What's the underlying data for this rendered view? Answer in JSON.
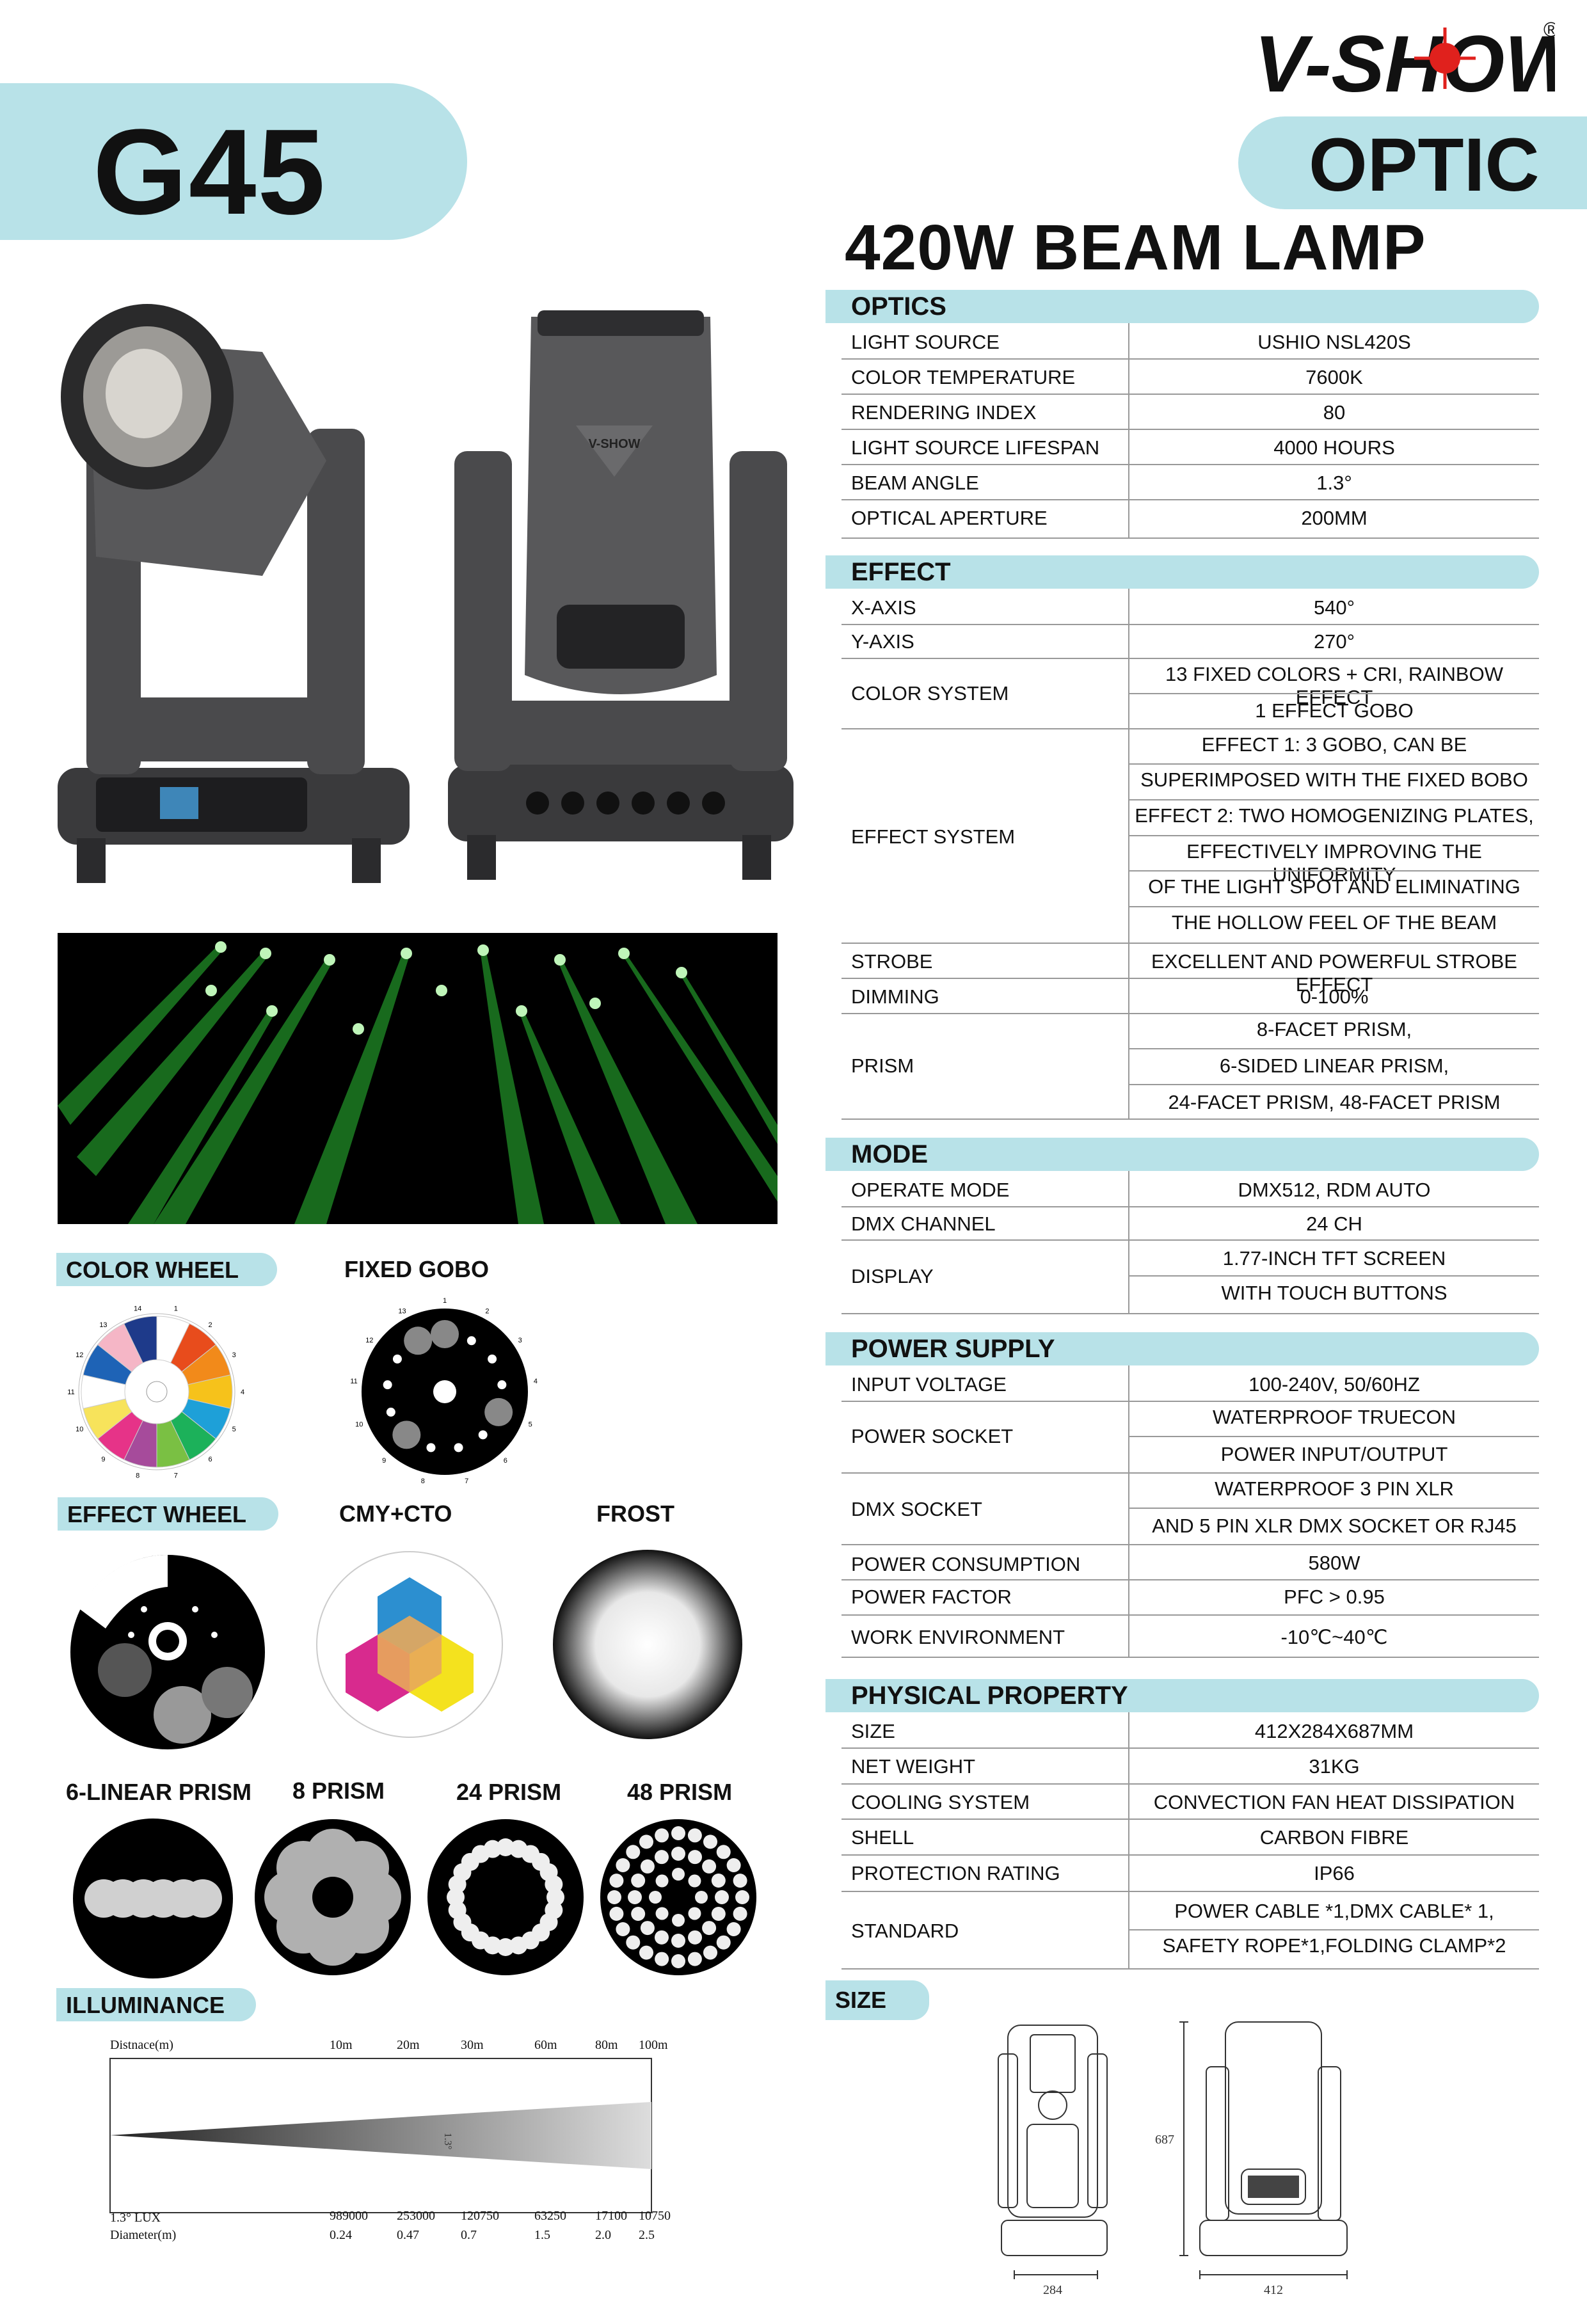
{
  "header": {
    "model": "G45",
    "brand": "V-SHOW",
    "registered_mark": "®",
    "category": "OPTIC",
    "subtitle": "420W BEAM LAMP",
    "fixture_badge": "V-SHOW"
  },
  "sections": {
    "optics": {
      "title": "OPTICS",
      "rows": [
        {
          "key": "LIGHT SOURCE",
          "value": "USHIO NSL420S"
        },
        {
          "key": "COLOR TEMPERATURE",
          "value": "7600K"
        },
        {
          "key": "RENDERING INDEX",
          "value": "80"
        },
        {
          "key": "LIGHT SOURCE LIFESPAN",
          "value": "4000 HOURS"
        },
        {
          "key": "BEAM ANGLE",
          "value": "1.3°"
        },
        {
          "key": "OPTICAL APERTURE",
          "value": "200MM"
        }
      ]
    },
    "effect": {
      "title": "EFFECT",
      "x_axis": {
        "key": "X-AXIS",
        "value": "540°"
      },
      "y_axis": {
        "key": "Y-AXIS",
        "value": "270°"
      },
      "color_system": {
        "key": "COLOR SYSTEM",
        "values": [
          "13 FIXED COLORS + CRI, RAINBOW EFFECT",
          "1 EFFECT GOBO"
        ]
      },
      "effect_system": {
        "key": "EFFECT SYSTEM",
        "values": [
          "EFFECT 1: 3 GOBO, CAN BE",
          "SUPERIMPOSED WITH THE FIXED BOBO",
          "EFFECT 2: TWO HOMOGENIZING PLATES,",
          "EFFECTIVELY IMPROVING THE UNIFORMITY",
          "OF THE LIGHT SPOT AND ELIMINATING",
          "THE HOLLOW FEEL OF THE BEAM"
        ]
      },
      "strobe": {
        "key": "STROBE",
        "value": "EXCELLENT AND POWERFUL STROBE EFFECT"
      },
      "dimming": {
        "key": "DIMMING",
        "value": "0-100%"
      },
      "prism": {
        "key": "PRISM",
        "values": [
          "8-FACET PRISM,",
          "6-SIDED LINEAR PRISM,",
          "24-FACET PRISM, 48-FACET PRISM"
        ]
      }
    },
    "mode": {
      "title": "MODE",
      "operate": {
        "key": "OPERATE MODE",
        "value": "DMX512, RDM AUTO"
      },
      "dmx": {
        "key": "DMX CHANNEL",
        "value": "24 CH"
      },
      "display": {
        "key": "DISPLAY",
        "values": [
          "1.77-INCH TFT SCREEN",
          "WITH TOUCH BUTTONS"
        ]
      }
    },
    "power": {
      "title": "POWER SUPPLY",
      "input": {
        "key": "INPUT VOLTAGE",
        "value": "100-240V, 50/60HZ"
      },
      "socket": {
        "key": "POWER SOCKET",
        "values": [
          "WATERPROOF TRUECON",
          "POWER INPUT/OUTPUT"
        ]
      },
      "dmx_socket": {
        "key": "DMX SOCKET",
        "values": [
          "WATERPROOF 3 PIN XLR",
          "AND 5 PIN XLR DMX SOCKET OR RJ45"
        ]
      },
      "consumption": {
        "key": "POWER CONSUMPTION",
        "value": "580W"
      },
      "factor": {
        "key": "POWER FACTOR",
        "value": "PFC > 0.95"
      },
      "environment": {
        "key": "WORK ENVIRONMENT",
        "value": "-10℃~40℃"
      }
    },
    "physical": {
      "title": "PHYSICAL PROPERTY",
      "rows": [
        {
          "key": "SIZE",
          "value": "412X284X687MM"
        },
        {
          "key": "NET WEIGHT",
          "value": "31KG"
        },
        {
          "key": "COOLING SYSTEM",
          "value": "CONVECTION FAN HEAT DISSIPATION"
        },
        {
          "key": "SHELL",
          "value": "CARBON FIBRE"
        },
        {
          "key": "PROTECTION RATING",
          "value": "IP66"
        }
      ],
      "standard": {
        "key": "STANDARD",
        "values": [
          "POWER CABLE *1,DMX CABLE* 1,",
          "SAFETY ROPE*1,FOLDING CLAMP*2"
        ]
      }
    },
    "size": {
      "title": "SIZE",
      "width_label": "284",
      "height_label": "687",
      "depth_label": "412"
    }
  },
  "wheels": {
    "color_wheel": "COLOR WHEEL",
    "fixed_gobo": "FIXED GOBO",
    "effect_wheel": "EFFECT WHEEL",
    "cmy": "CMY+CTO",
    "frost": "FROST",
    "prism6": "6-LINEAR PRISM",
    "prism8": "8 PRISM",
    "prism24": "24 PRISM",
    "prism48": "48 PRISM",
    "color_numbers": [
      "1",
      "2",
      "3",
      "4",
      "5",
      "6",
      "7",
      "8",
      "9",
      "10",
      "11",
      "12",
      "13",
      "14"
    ],
    "gobo_numbers": [
      "1",
      "2",
      "3",
      "4",
      "5",
      "6",
      "7",
      "8",
      "9",
      "10",
      "11",
      "12",
      "13"
    ],
    "colors": [
      "#ffffff",
      "#e84c1c",
      "#f28a1a",
      "#f6c21b",
      "#1ea0d8",
      "#1cb15a",
      "#7ac043",
      "#a64b9b",
      "#e63388",
      "#f7e35b",
      "#ffffff",
      "#1e63b6",
      "#f5b6c6",
      "#1e3a8a"
    ]
  },
  "illuminance": {
    "title": "ILLUMINANCE",
    "distance_label": "Distnace(m)",
    "lux_label": "1.3° LUX",
    "diameter_label": "Diameter(m)",
    "beam_label": "1.3°",
    "distances": [
      "10m",
      "20m",
      "30m",
      "60m",
      "80m",
      "100m"
    ],
    "lux": [
      "989000",
      "253000",
      "120750",
      "63250",
      "17100",
      "10750"
    ],
    "diameters": [
      "0.24",
      "0.47",
      "0.7",
      "1.5",
      "2.0",
      "2.5"
    ]
  }
}
